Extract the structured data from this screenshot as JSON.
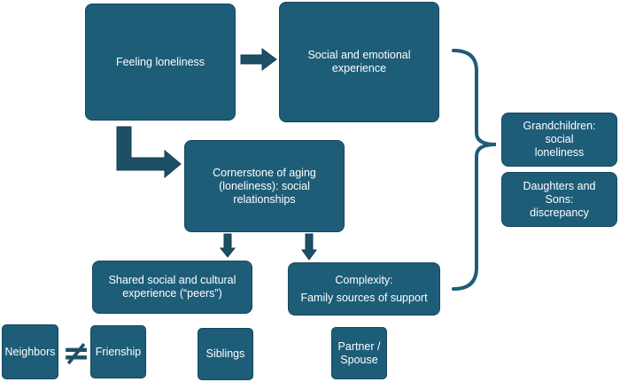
{
  "colors": {
    "box_fill": "#1d5d78",
    "box_text": "#ffffff",
    "arrow": "#1d4f66"
  },
  "nodes": {
    "feeling_loneliness": [
      "Feeling loneliness"
    ],
    "social_emotional": [
      "Social and emotional",
      "experience"
    ],
    "cornerstone": [
      "Cornerstone of aging",
      "(loneliness): social",
      "relationships"
    ],
    "shared_social": [
      "Shared social and cultural",
      "experience (“peers”)"
    ],
    "complexity": [
      "Complexity:",
      "Family sources of support"
    ],
    "grandchildren": [
      "Grandchildren: social",
      "loneliness"
    ],
    "daughters_sons": [
      "Daughters and Sons:",
      "discrepancy"
    ],
    "neighbors": [
      "Neighbors"
    ],
    "friendship": [
      "Frienship"
    ],
    "siblings": [
      "Siblings"
    ],
    "partner": [
      "Partner /",
      "Spouse"
    ]
  },
  "symbols": {
    "not_equal": "≠"
  },
  "icons": [
    "arrow-right-icon",
    "elbow-arrow-icon",
    "arrow-down-icon",
    "curly-brace-icon",
    "not-equal-icon"
  ]
}
